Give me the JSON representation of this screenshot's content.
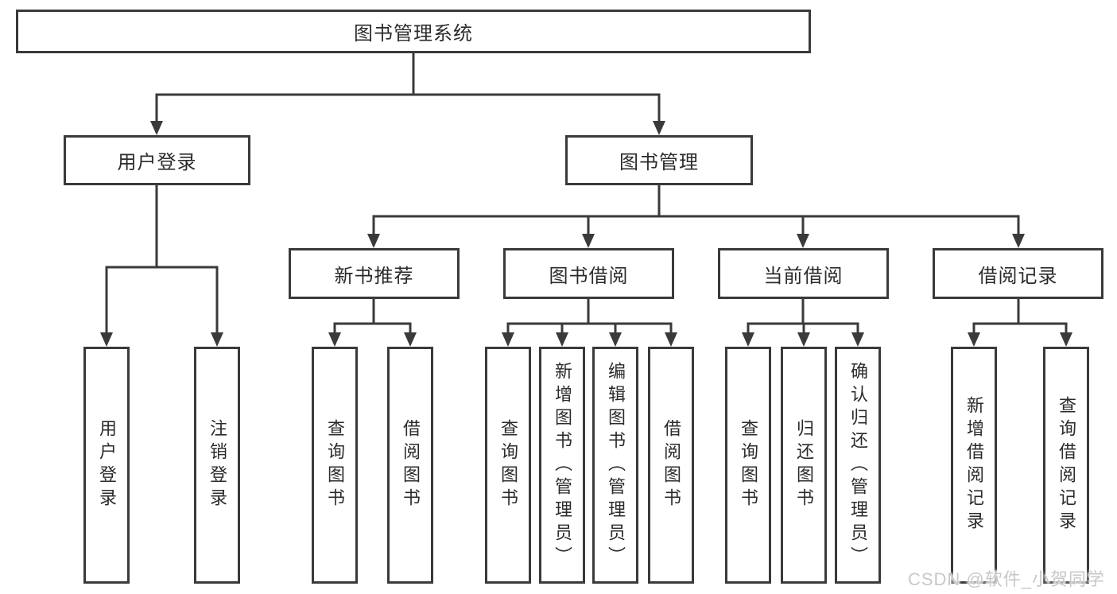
{
  "tree": {
    "root": {
      "label": "图书管理系统"
    },
    "branches": [
      {
        "label": "用户登录",
        "children": [
          {
            "label": "用户登录"
          },
          {
            "label": "注销登录"
          }
        ]
      },
      {
        "label": "图书管理",
        "children": [
          {
            "label": "新书推荐",
            "children": [
              {
                "label": "查询图书"
              },
              {
                "label": "借阅图书"
              }
            ]
          },
          {
            "label": "图书借阅",
            "children": [
              {
                "label": "查询图书"
              },
              {
                "label": "新增图书（管理员）"
              },
              {
                "label": "编辑图书（管理员）"
              },
              {
                "label": "借阅图书"
              }
            ]
          },
          {
            "label": "当前借阅",
            "children": [
              {
                "label": "查询图书"
              },
              {
                "label": "归还图书"
              },
              {
                "label": "确认归还（管理员）"
              }
            ]
          },
          {
            "label": "借阅记录",
            "children": [
              {
                "label": "新增借阅记录"
              },
              {
                "label": "查询借阅记录"
              }
            ]
          }
        ]
      }
    ]
  },
  "watermark": {
    "text": "CSDN @软件_小贺同学"
  },
  "colors": {
    "line": "#3a3a3a",
    "box_border": "#3a3a3a",
    "text": "#2b2b2b",
    "watermark": "#c8c8c8",
    "background": "#ffffff"
  }
}
